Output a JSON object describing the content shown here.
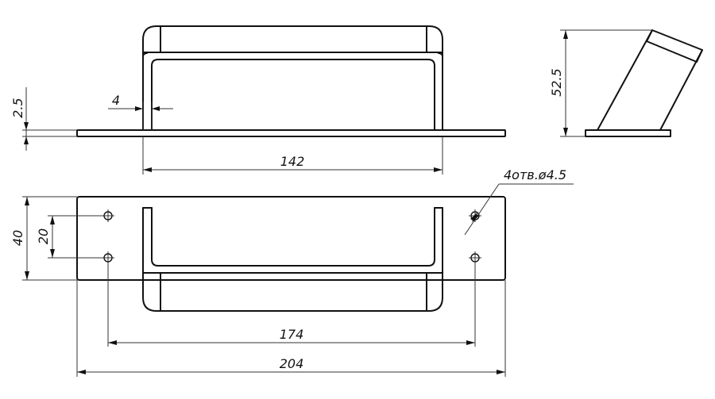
{
  "drawing": {
    "dimensions": {
      "overall_length": "204",
      "hole_spacing_length": "174",
      "handle_length": "142",
      "plate_width": "40",
      "hole_spacing_width": "20",
      "plate_thickness": "2.5",
      "wall_thickness": "4",
      "height": "52.5"
    },
    "hole_callout": "4отв.ø4.5"
  }
}
